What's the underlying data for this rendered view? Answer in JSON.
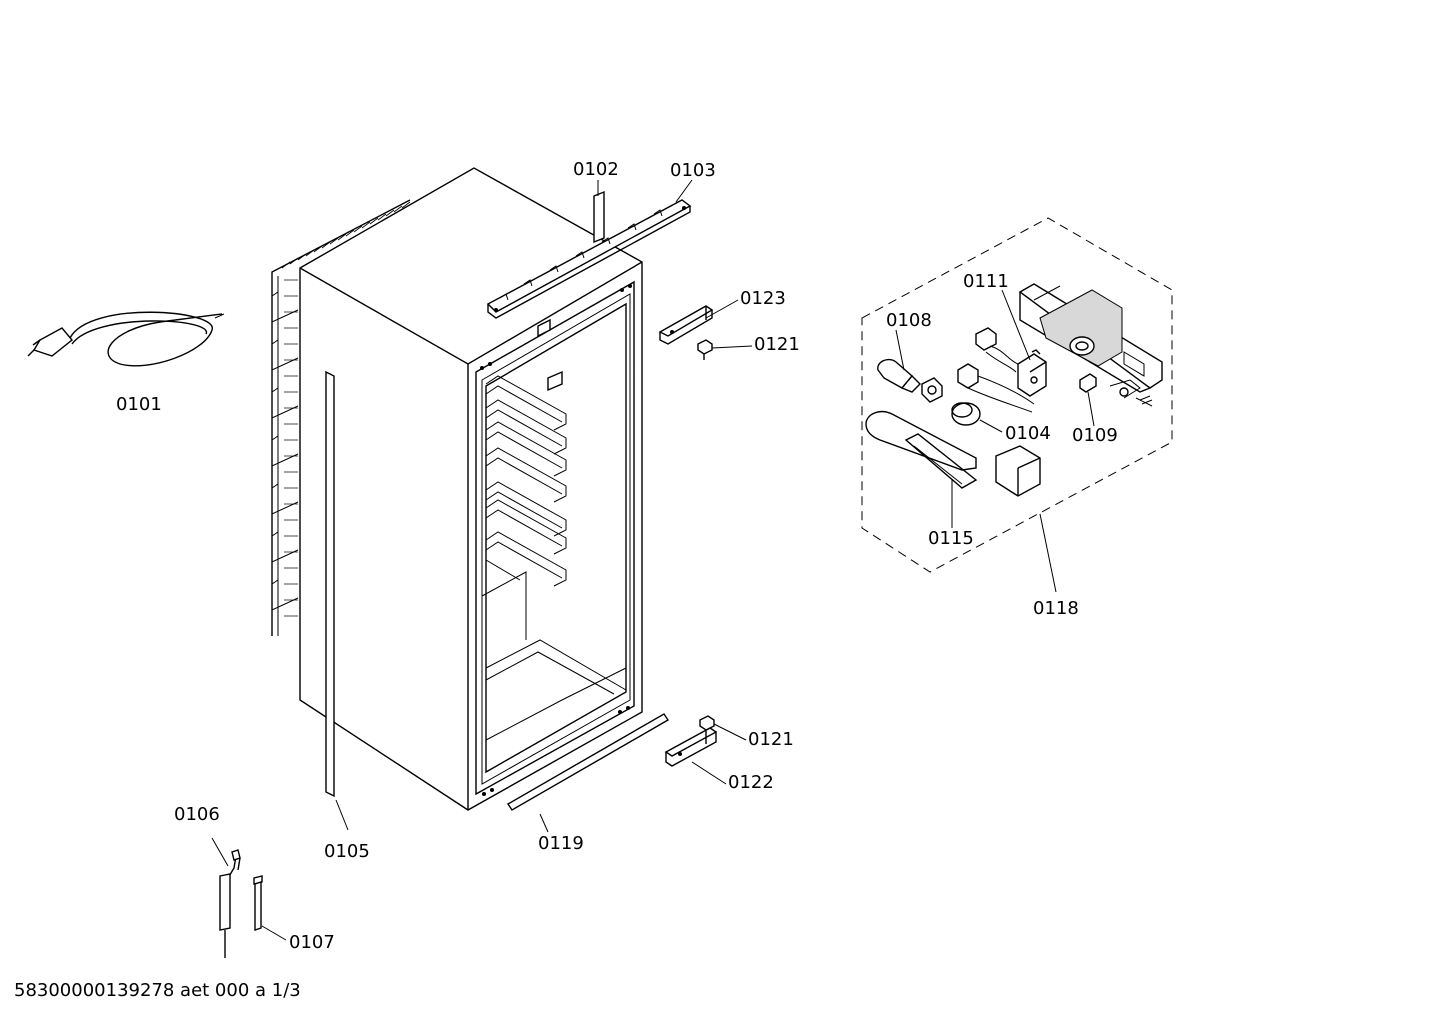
{
  "labels": {
    "p0101": "0101",
    "p0102": "0102",
    "p0103": "0103",
    "p0104": "0104",
    "p0105": "0105",
    "p0106": "0106",
    "p0107": "0107",
    "p0108": "0108",
    "p0109": "0109",
    "p0111": "0111",
    "p0115": "0115",
    "p0118": "0118",
    "p0119": "0119",
    "p0121a": "0121",
    "p0121b": "0121",
    "p0122": "0122",
    "p0123": "0123"
  },
  "document_id": "58300000139278 aet 000 a 1/3"
}
